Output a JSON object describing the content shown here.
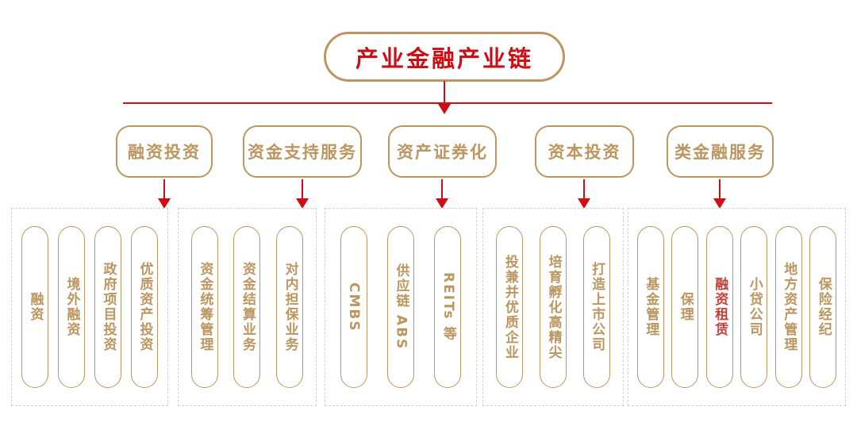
{
  "title": "产业金融产业链",
  "colors": {
    "gold": "#BB9660",
    "red": "#CE0E14",
    "highlight_red": "#C4423B",
    "dashed_border": "#CFCFCF",
    "background": "#FFFFFF"
  },
  "groups": [
    {
      "label": "融资投资",
      "items": [
        {
          "text": "融资"
        },
        {
          "text": "境外融资"
        },
        {
          "text": "政府项目投资"
        },
        {
          "text": "优质资产投资"
        }
      ]
    },
    {
      "label": "资金支持服务",
      "items": [
        {
          "text": "资金统筹管理"
        },
        {
          "text": "资金结算业务"
        },
        {
          "text": "对内担保业务"
        }
      ]
    },
    {
      "label": "资产证券化",
      "items": [
        {
          "text": "CMBS"
        },
        {
          "text": "供应链 ABS"
        },
        {
          "text": "REITs 等"
        }
      ]
    },
    {
      "label": "资本投资",
      "items": [
        {
          "text": "投兼并优质企业"
        },
        {
          "text": "培育孵化高精尖"
        },
        {
          "text": "打造上市公司"
        }
      ]
    },
    {
      "label": "类金融服务",
      "items": [
        {
          "text": "基金管理"
        },
        {
          "text": "保理"
        },
        {
          "text": "融资租赁",
          "highlight": true
        },
        {
          "text": "小贷公司"
        },
        {
          "text": "地方资产管理"
        },
        {
          "text": "保险经纪"
        }
      ]
    }
  ]
}
